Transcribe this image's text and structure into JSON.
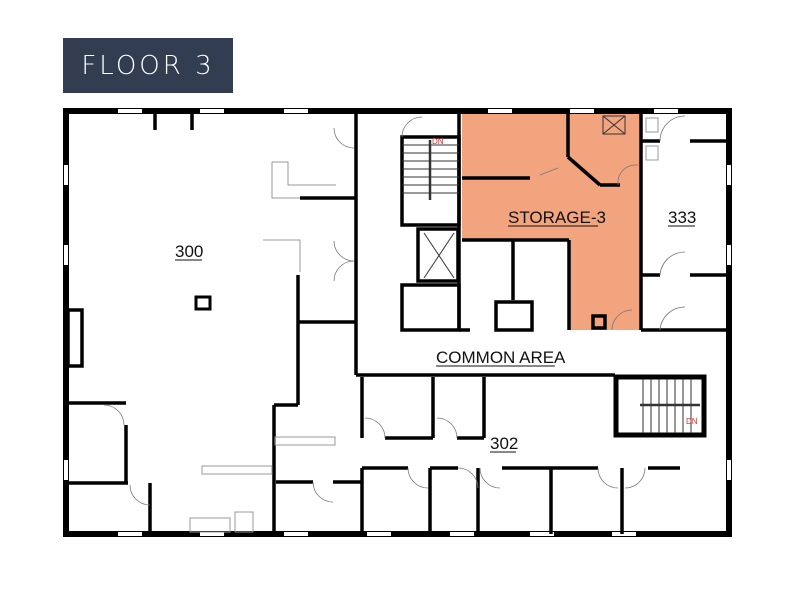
{
  "header": {
    "title": "FLOOR 3"
  },
  "colors": {
    "badge_bg": "#323d51",
    "storage_fill": "#f2a47e",
    "wall": "#000000"
  },
  "rooms": [
    {
      "id": "300",
      "label": "300",
      "highlighted": false
    },
    {
      "id": "storage-3",
      "label": "STORAGE-3",
      "highlighted": true
    },
    {
      "id": "333",
      "label": "333",
      "highlighted": false
    },
    {
      "id": "common-area",
      "label": "COMMON AREA",
      "highlighted": false
    },
    {
      "id": "302",
      "label": "302",
      "highlighted": false
    }
  ],
  "stairs": [
    {
      "label": "DN"
    },
    {
      "label": "DN"
    }
  ]
}
